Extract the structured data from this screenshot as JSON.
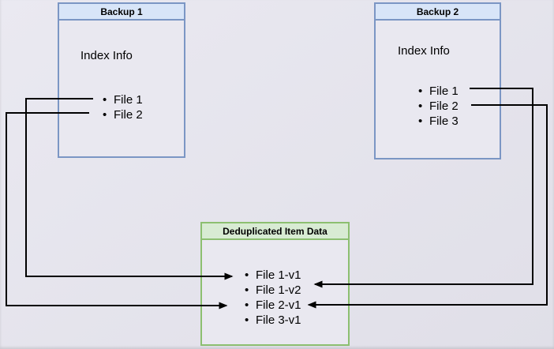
{
  "colors": {
    "background_start": "#eae9f1",
    "background_end": "#e0dfe8",
    "blue_node_border": "#7b96c4",
    "blue_node_header_fill": "#d8e5f8",
    "green_node_border": "#8cbf70",
    "green_node_header_fill": "#d8ebd3",
    "node_body_fill": "#e9e8f0",
    "connector": "#000000",
    "text": "#000000"
  },
  "nodes": {
    "backup1": {
      "title": "Backup 1",
      "subtitle": "Index Info",
      "items": [
        "File 1",
        "File 2"
      ]
    },
    "backup2": {
      "title": "Backup 2",
      "subtitle": "Index Info",
      "items": [
        "File 1",
        "File 2",
        "File 3"
      ]
    },
    "dedup": {
      "title": "Deduplicated Item Data",
      "items": [
        "File 1-v1",
        "File 1-v2",
        "File 2-v1",
        "File 3-v1"
      ]
    }
  },
  "edges": [
    {
      "from": "Backup 1 / File 1",
      "to": "Deduplicated Item Data / File 1-v1"
    },
    {
      "from": "Backup 1 / File 2",
      "to": "Deduplicated Item Data / File 2-v1"
    },
    {
      "from": "Backup 2 / File 1",
      "to": "Deduplicated Item Data / File 1-v2"
    },
    {
      "from": "Backup 2 / File 2",
      "to": "Deduplicated Item Data / File 2-v1"
    }
  ]
}
